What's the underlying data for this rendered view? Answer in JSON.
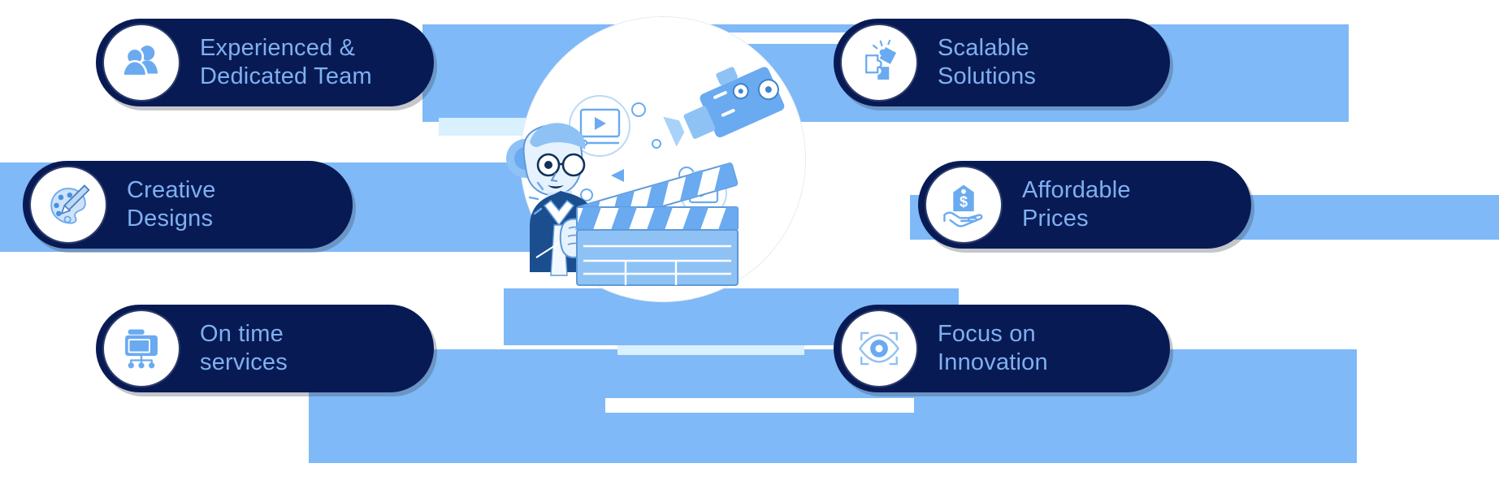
{
  "palette": {
    "card_bg": "#081a54",
    "card_text": "#7fb0f0",
    "badge_bg": "#ffffff",
    "icon_blue": "#6aaaf0",
    "icon_light": "#dbeafd",
    "background_blue": "#7fb9f7",
    "background_pale": "#d9f0fe",
    "page_bg": "#ffffff"
  },
  "cards": [
    {
      "id": "experienced-dedicated-team",
      "label": "Experienced &\nDedicated Team",
      "icon": "people-group-icon",
      "position": "top-left"
    },
    {
      "id": "scalable-solutions",
      "label": "Scalable\nSolutions",
      "icon": "puzzle-pieces-icon",
      "position": "top-right"
    },
    {
      "id": "creative-designs",
      "label": "Creative\nDesigns",
      "icon": "palette-brush-icon",
      "position": "middle-left"
    },
    {
      "id": "affordable-prices",
      "label": "Affordable\nPrices",
      "icon": "hand-price-tag-icon",
      "position": "middle-right"
    },
    {
      "id": "on-time-services",
      "label": "On time\nservices",
      "icon": "folder-network-icon",
      "position": "bottom-left"
    },
    {
      "id": "focus-on-innovation",
      "label": "Focus on\nInnovation",
      "icon": "eye-focus-icon",
      "position": "bottom-right"
    }
  ],
  "illustration": {
    "name": "woman-with-clapperboard-illustration",
    "elements": [
      "woman-character",
      "clapperboard",
      "video-play-badge",
      "movie-camera",
      "heart-play-badge",
      "film-reel",
      "decorative-circles",
      "decorative-triangles"
    ]
  }
}
